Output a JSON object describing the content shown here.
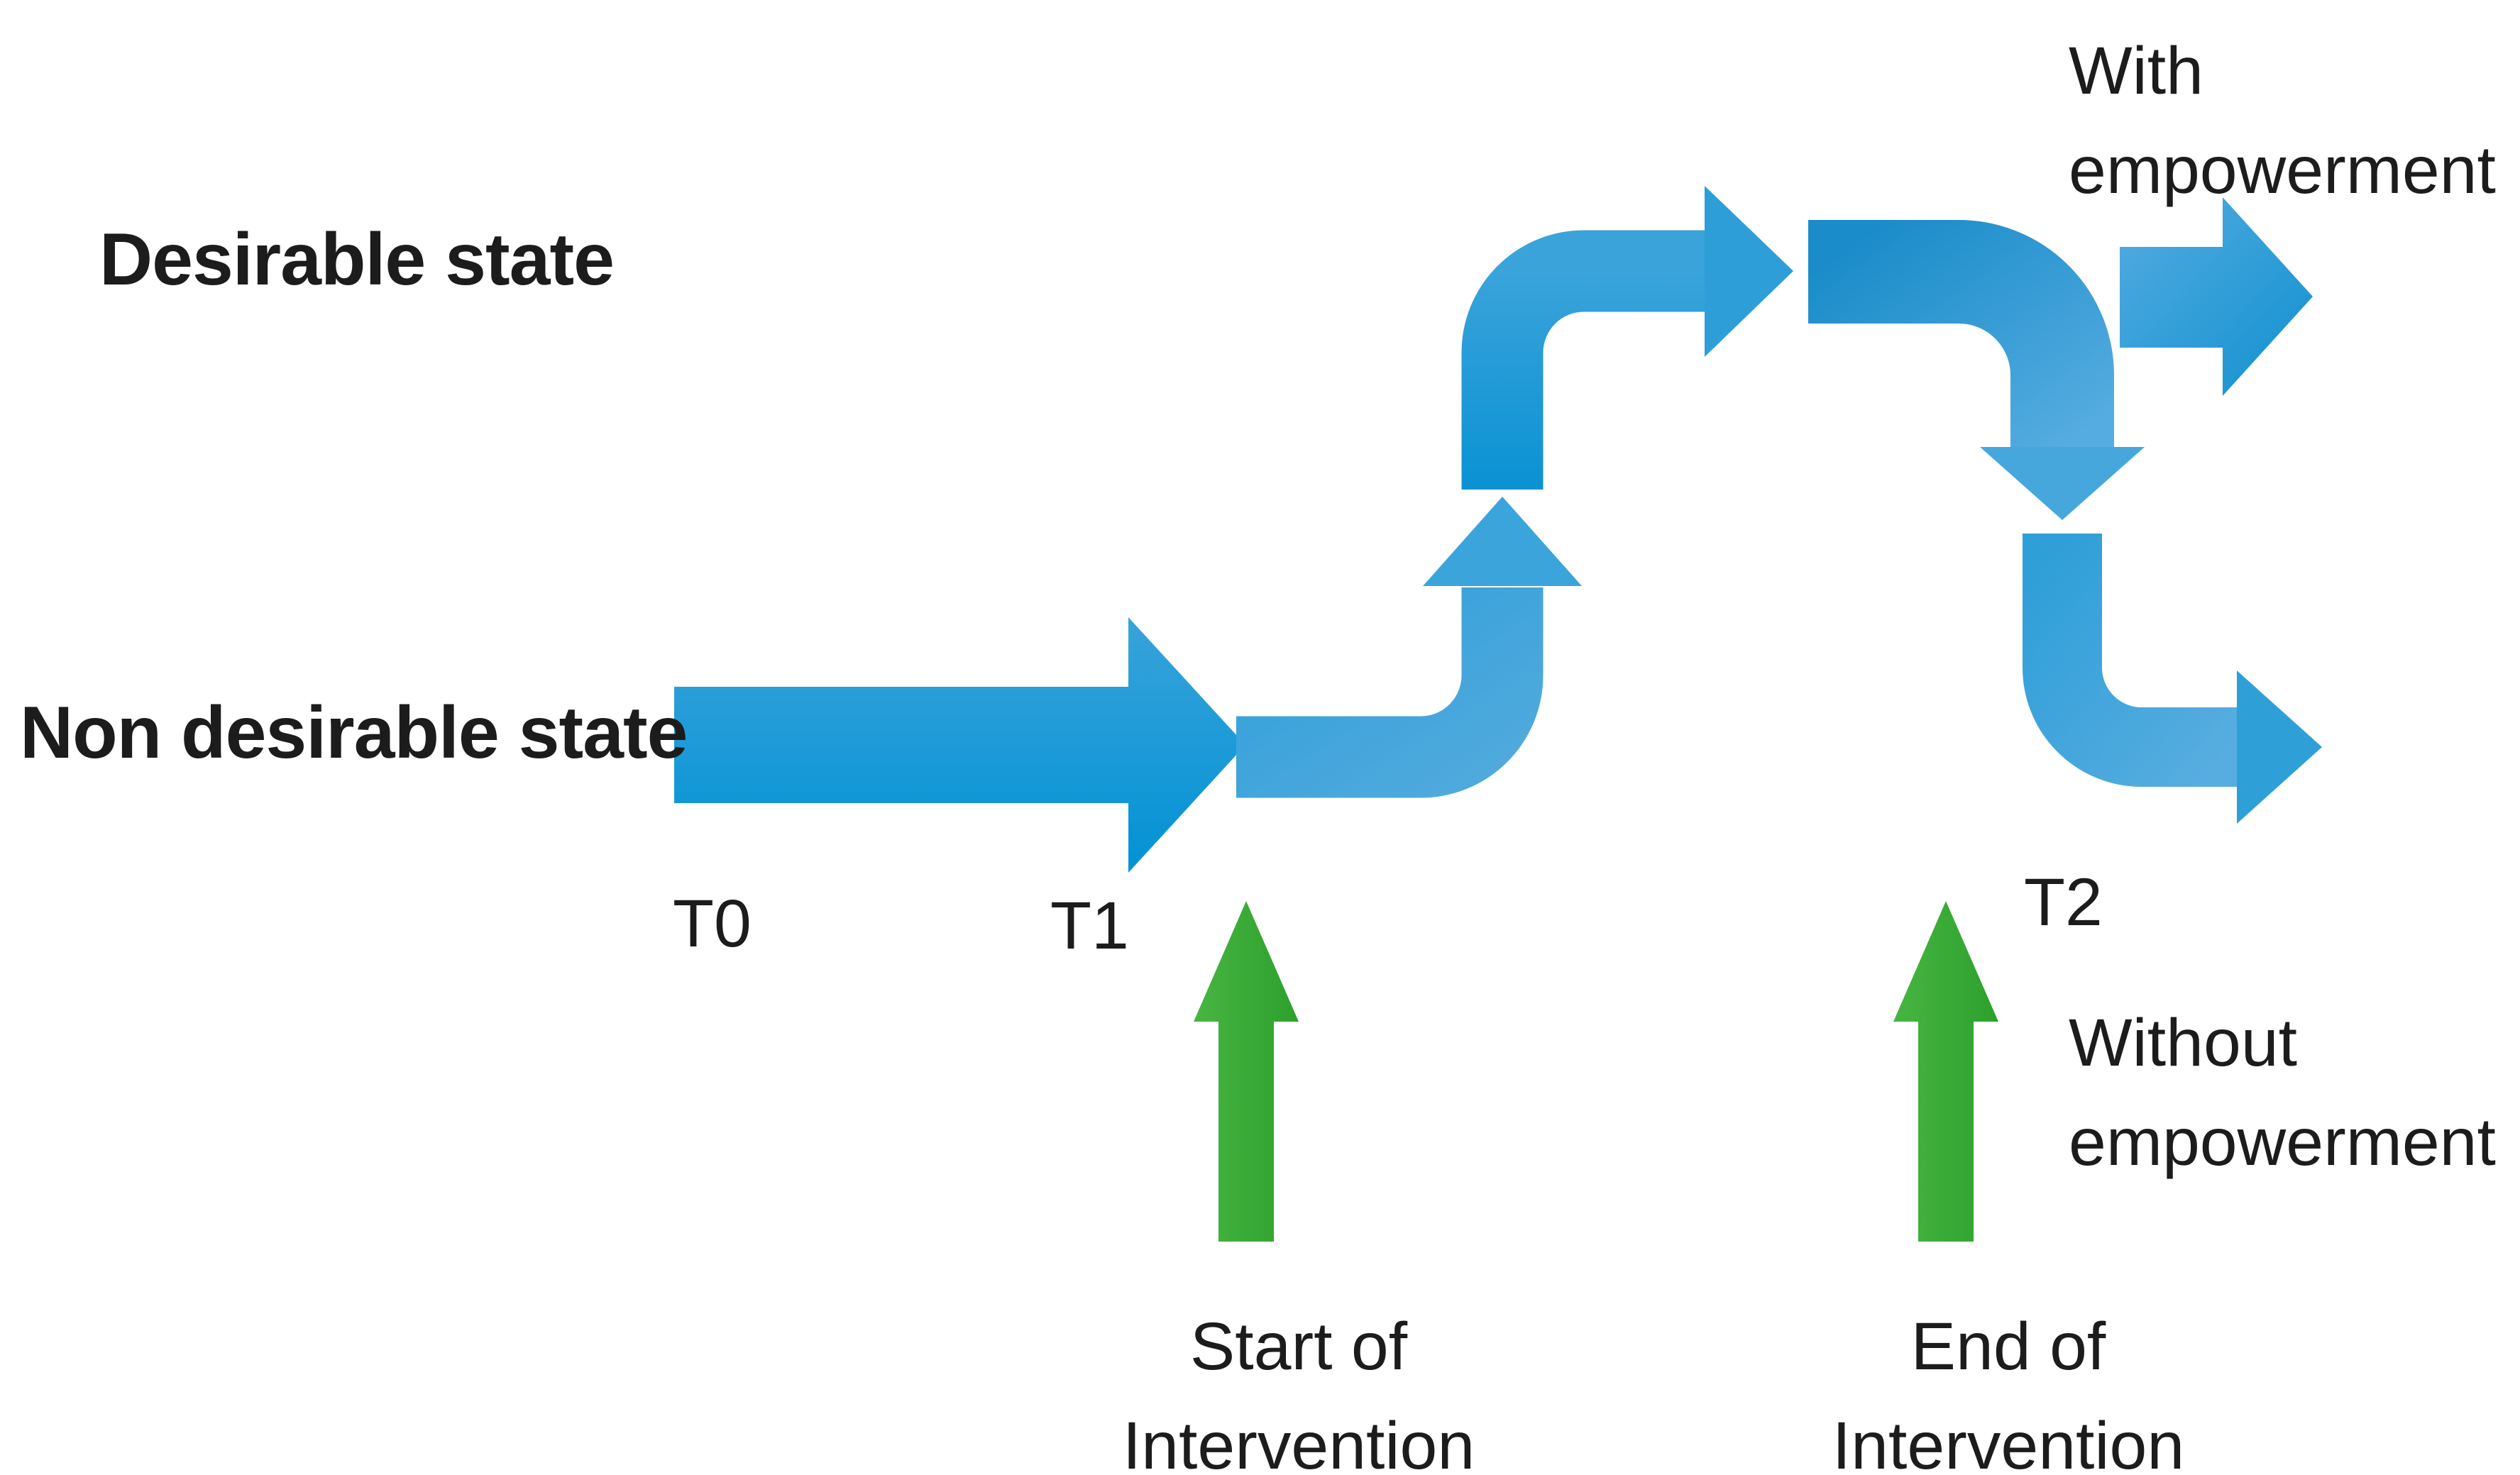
{
  "diagram": {
    "title_hint": "Empowerment intervention flow diagram",
    "states": {
      "desirable": "Desirable state",
      "non_desirable": "Non desirable state"
    },
    "timepoints": {
      "t0": "T0",
      "t1": "T1",
      "t2": "T2"
    },
    "outcomes": {
      "with_empowerment": {
        "line1": "With",
        "line2": "empowerment"
      },
      "without_empowerment": {
        "line1": "Without",
        "line2": "empowerment"
      }
    },
    "interventions": {
      "start": {
        "line1": "Start of",
        "line2": "Intervention"
      },
      "end": {
        "line1": "End of",
        "line2": "Intervention"
      }
    },
    "icons": [
      "flow-arrow-t0-t1-icon",
      "pipe-up-s-curve-icon",
      "up-arrowhead-icon",
      "elbow-up-right-arrow-icon",
      "plateau-bar-down-elbow-icon",
      "down-arrowhead-icon",
      "elbow-down-right-arrow-icon",
      "with-empowerment-arrow-icon",
      "intervention-start-green-arrow-icon",
      "intervention-end-green-arrow-icon"
    ],
    "colors": {
      "background": "#ffffff",
      "text": "#1c1c1c",
      "blue_primary": "#1b96d5",
      "blue_light": "#55ace0",
      "blue_dark": "#0292d5",
      "green_primary": "#3aae38",
      "green_light": "#47b542",
      "green_dark": "#2da02c"
    }
  }
}
